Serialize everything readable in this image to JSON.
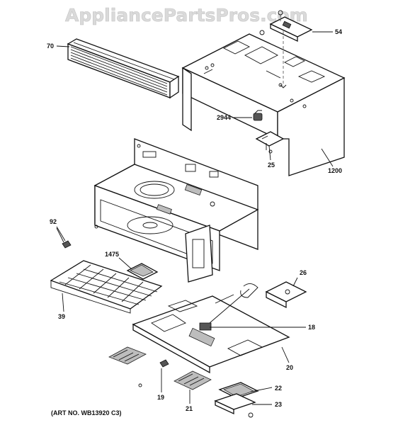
{
  "watermark": "AppliancePartsPros.com",
  "art_number": "(ART NO. WB13920 C3)",
  "callouts": {
    "p70": "70",
    "p54": "54",
    "p2944": "2944",
    "p25": "25",
    "p1200": "1200",
    "p92": "92",
    "p1475": "1475",
    "p39": "39",
    "p26": "26",
    "p18": "18",
    "p20": "20",
    "p19": "19",
    "p21": "21",
    "p22": "22",
    "p23": "23"
  }
}
